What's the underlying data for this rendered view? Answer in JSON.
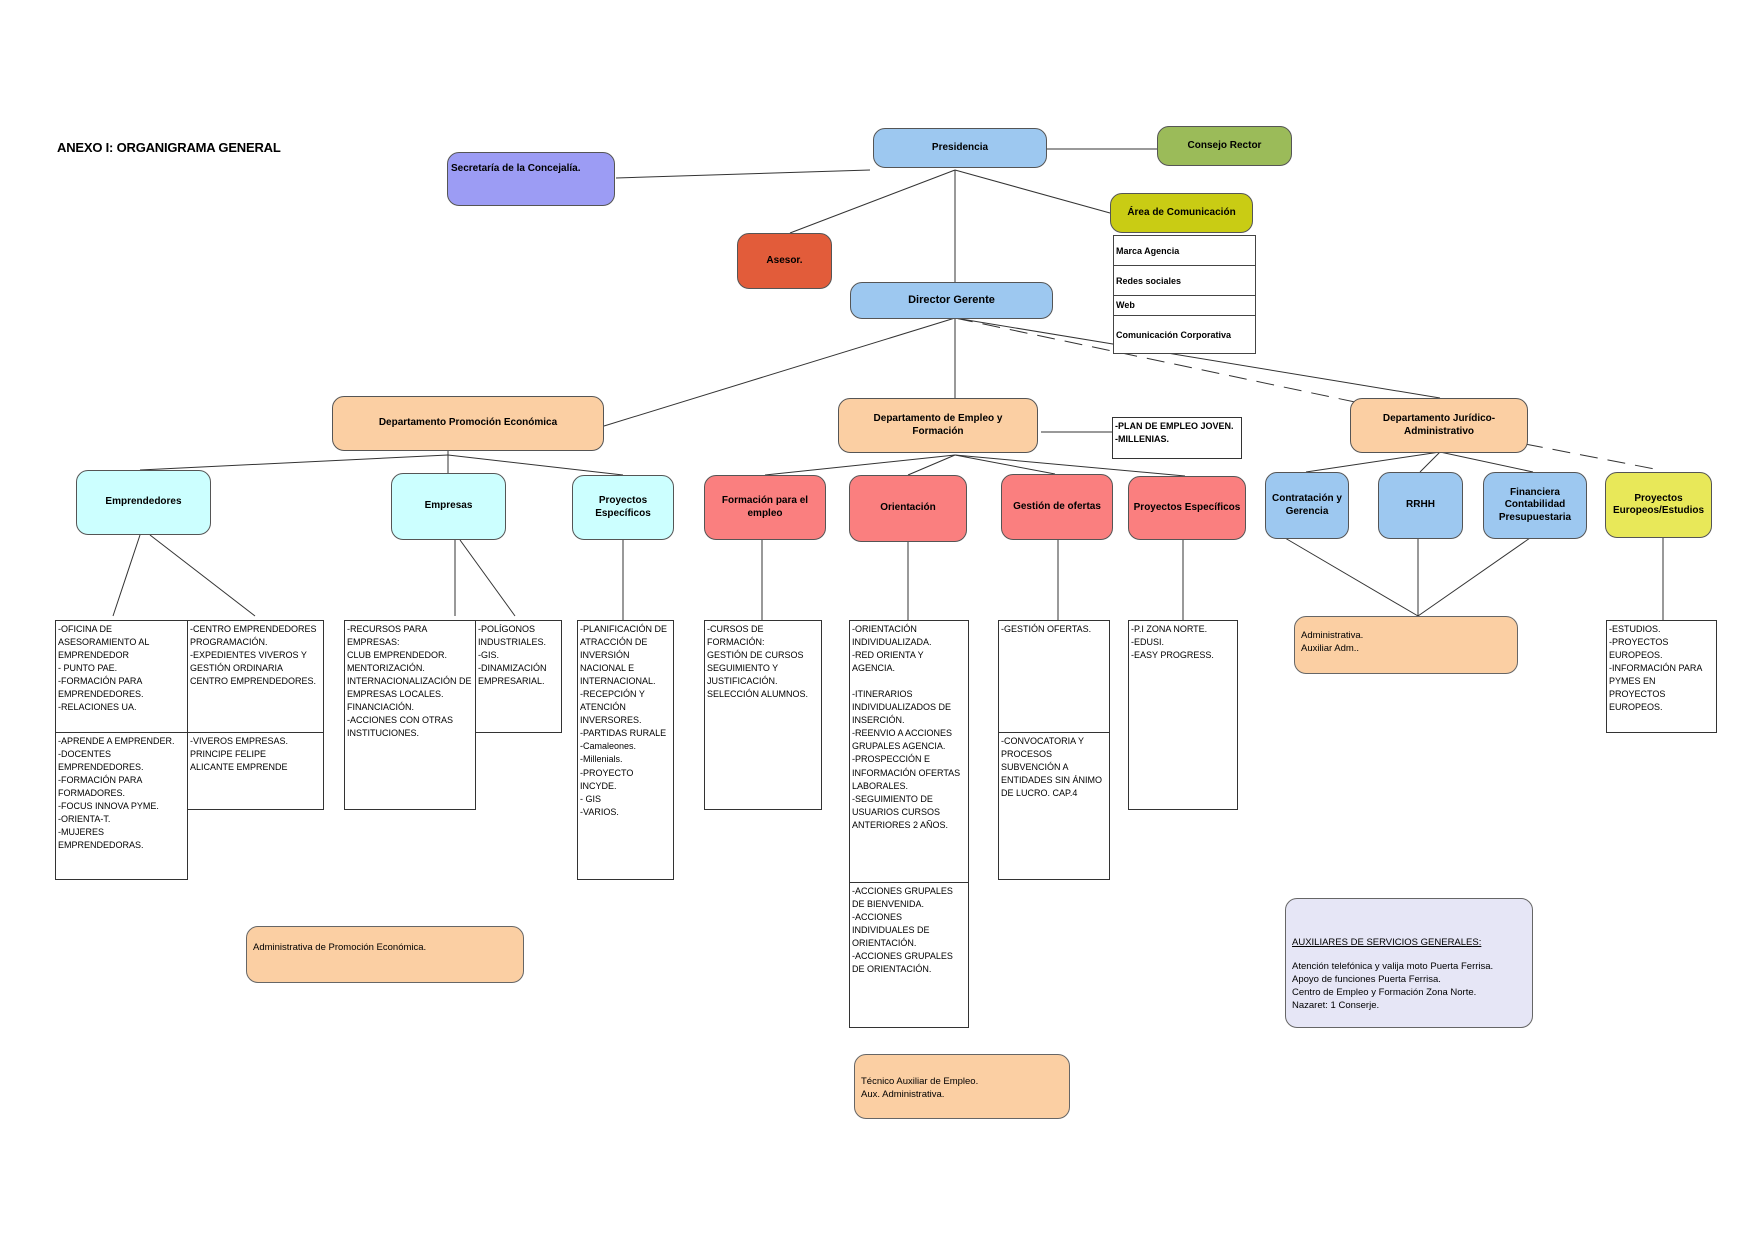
{
  "title": "ANEXO I: ORGANIGRAMA GENERAL",
  "colors": {
    "presidencia": "#9dc8f0",
    "consejo": "#9bbb59",
    "secretaria": "#9c9cf4",
    "comunicacion": "#c9cc14",
    "asesor": "#e25c3a",
    "departamento": "#fbcfa3",
    "promocion_units": "#ccffff",
    "empleo_units": "#fa7f7f",
    "europeos": "#e8e859",
    "auxiliares": "#e6e6f6"
  },
  "nodes": {
    "presidencia": "Presidencia",
    "consejo": "Consejo Rector",
    "secretaria": "Secretaría de la Concejalía.",
    "comunicacion": "Área de Comunicación",
    "asesor": "Asesor.",
    "director": "Director Gerente",
    "dep_promocion": "Departamento Promoción Económica",
    "dep_empleo": "Departamento de Empleo y\nFormación",
    "dep_juridico": "Departamento Jurídico-\nAdministrativo",
    "emprendedores": "Emprendedores",
    "empresas": "Empresas",
    "proyectos_esp_prom": "Proyectos\nEspecíficos",
    "formacion_empleo": "Formación para el empleo",
    "orientacion": "Orientación",
    "gestion_ofertas": "Gestión de ofertas",
    "proyectos_esp_emp": "Proyectos Específicos",
    "contratacion": "Contratación y\nGerencia",
    "rrhh": "RRHH",
    "financiera": "Financiera\nContabilidad\nPresupuestaria",
    "proyectos_europeos": "Proyectos\nEuropeos/Estudios"
  },
  "comunicacion_items": [
    "Marca Agencia",
    "Redes sociales",
    "Web",
    "Comunicación  Corporativa"
  ],
  "empleo_side": "-PLAN DE EMPLEO JOVEN.\n-MILLENIAS.",
  "boxes": {
    "emp_1": "-OFICINA DE ASESORAMIENTO AL EMPRENDEDOR\n - PUNTO PAE.\n -FORMACIÓN PARA EMPRENDEDORES.\n-RELACIONES UA.",
    "emp_2": "-CENTRO EMPRENDEDORES PROGRAMACIÓN.\n-EXPEDIENTES VIVEROS Y GESTIÓN ORDINARIA CENTRO EMPRENDEDORES.",
    "emp_3": "-APRENDE A EMPRENDER.\n-DOCENTES EMPRENDEDORES.\n-FORMACIÓN PARA FORMADORES.\n-FOCUS INNOVA PYME.\n-ORIENTA-T.\n-MUJERES EMPRENDEDORAS.",
    "emp_4": "-VIVEROS EMPRESAS.\nPRINCIPE FELIPE\nALICANTE EMPRENDE",
    "empresas_1": "-RECURSOS PARA EMPRESAS:\nCLUB EMPRENDEDOR.\nMENTORIZACIÓN.\nINTERNACIONALIZACIÓN DE EMPRESAS LOCALES.\nFINANCIACIÓN.\n-ACCIONES CON  OTRAS INSTITUCIONES.",
    "empresas_2": "-POLÍGONOS INDUSTRIALES.\n-GIS.\n-DINAMIZACIÓN EMPRESARIAL.",
    "proy_prom": "-PLANIFICACIÓN DE ATRACCIÓN DE INVERSIÓN NACIONAL E INTERNACIONAL.\n-RECEPCIÓN Y ATENCIÓN INVERSORES.\n-PARTIDAS RURALE\n-Camaleones.\n-Millenials.\n-PROYECTO INCYDE.\n                     - GIS\n                     -VARIOS.",
    "formacion": "-CURSOS DE FORMACIÓN:\nGESTIÓN DE CURSOS SEGUIMIENTO Y JUSTIFICACIÓN.\nSELECCIÓN ALUMNOS.",
    "orient_1": "-ORIENTACIÓN INDIVIDUALIZADA.\n-RED ORIENTA Y AGENCIA.\n\n-ITINERARIOS INDIVIDUALIZADOS DE INSERCIÓN.\n-REENVIO A ACCIONES GRUPALES AGENCIA.\n-PROSPECCIÓN E INFORMACIÓN OFERTAS LABORALES.\n-SEGUIMIENTO DE USUARIOS CURSOS ANTERIORES 2 AÑOS.",
    "orient_2": "-ACCIONES GRUPALES DE BIENVENIDA.\n-ACCIONES INDIVIDUALES DE ORIENTACIÓN.\n   -ACCIONES GRUPALES DE ORIENTACIÓN.",
    "ofertas_1": "-GESTIÓN OFERTAS.",
    "ofertas_2": "-CONVOCATORIA Y PROCESOS SUBVENCIÓN A ENTIDADES SIN ÁNIMO DE LUCRO. CAP.4",
    "proy_emp": "-P.I ZONA NORTE.\n-EDUSI.\n-EASY PROGRESS.",
    "europeos": "-ESTUDIOS.\n-PROYECTOS EUROPEOS.\n-INFORMACIÓN PARA PYMES EN PROYECTOS EUROPEOS."
  },
  "notes": {
    "juridico_admin": "Administrativa.\nAuxiliar Adm..",
    "promocion_admin": "Administrativa  de Promoción Económica.",
    "empleo_tecnico": "Técnico Auxiliar de Empleo.\nAux. Administrativa.",
    "auxiliares_title": "AUXILIARES DE SERVICIOS GENERALES:",
    "auxiliares_body": "Atención telefónica y valija moto Puerta Ferrisa.\nApoyo de funciones Puerta Ferrisa.\nCentro de Empleo y Formación Zona Norte.\nNazaret: 1 Conserje."
  }
}
